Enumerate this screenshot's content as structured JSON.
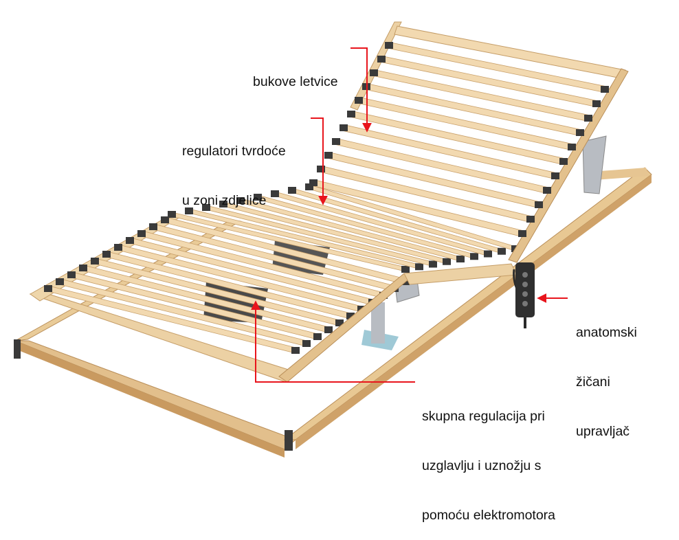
{
  "colors": {
    "callout": "#e8141c",
    "wood_light": "#f2d9b0",
    "wood_mid": "#e6c592",
    "wood_dark": "#c9a06a",
    "rubber": "#3a3a3a",
    "metal": "#b8bcc2",
    "text": "#111111"
  },
  "annotations": [
    {
      "id": "beech-slats",
      "lines": [
        "bukove letvice"
      ]
    },
    {
      "id": "hardness-regulators",
      "lines": [
        "regulatori tvrdoće",
        "u zoni zdjelice"
      ]
    },
    {
      "id": "wired-controller",
      "lines": [
        "anatomski",
        "žičani",
        "upravljač"
      ]
    },
    {
      "id": "motor-adjustment",
      "lines": [
        "skupna regulacija pri",
        "uzglavlju i uznožju s",
        "pomoću elektromotora"
      ]
    }
  ]
}
